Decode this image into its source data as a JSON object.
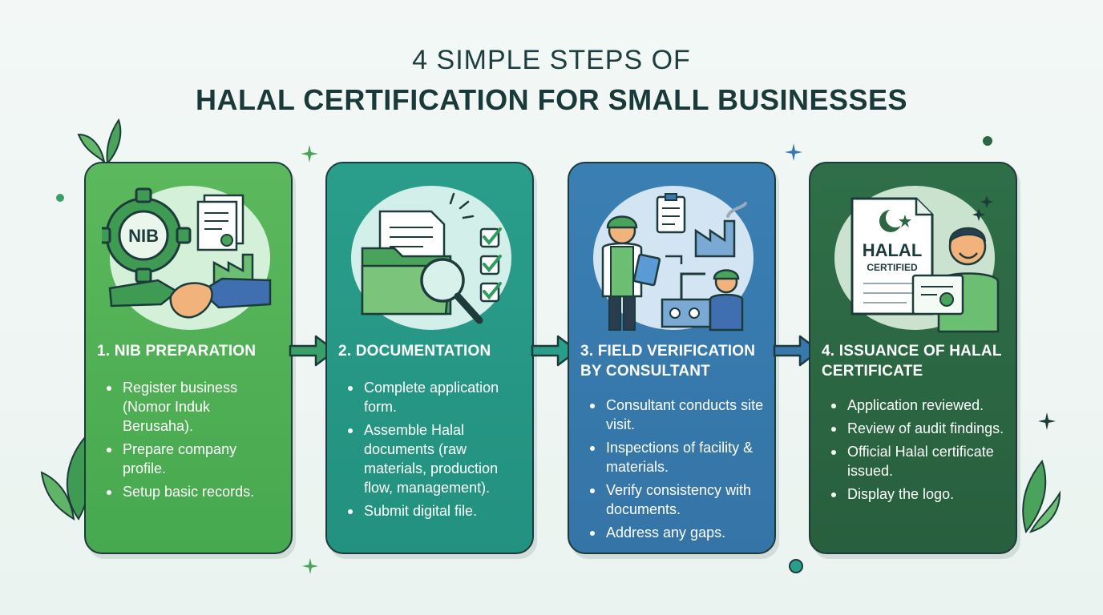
{
  "header": {
    "line1": "4 SIMPLE STEPS OF",
    "line2": "HALAL CERTIFICATION FOR SMALL BUSINESSES"
  },
  "steps": [
    {
      "title": "1. NIB PREPARATION",
      "icon_label": "NIB",
      "bullets": [
        "Register business (Nomor Induk Berusaha).",
        "Prepare company profile.",
        "Setup basic records."
      ]
    },
    {
      "title": "2. DOCUMENTATION",
      "bullets": [
        "Complete application form.",
        "Assemble Halal documents (raw materials, production flow, management).",
        "Submit digital file."
      ]
    },
    {
      "title": "3. FIELD VERIFICATION BY CONSULTANT",
      "bullets": [
        "Consultant conducts site visit.",
        "Inspections of facility & materials.",
        "Verify consistency with documents.",
        "Address any gaps."
      ]
    },
    {
      "title": "4. ISSUANCE OF HALAL CERTIFICATE",
      "certificate_line1": "HALAL",
      "certificate_line2": "CERTIFIED",
      "bullets": [
        "Application reviewed.",
        "Review of audit findings.",
        "Official Halal certificate issued.",
        "Display the logo."
      ]
    }
  ],
  "colors": {
    "step1": "#4fae55",
    "step2": "#27988a",
    "step3": "#3779ac",
    "step4": "#2c6744",
    "arrow": "#2f8f6e",
    "outline": "#1d3b3b"
  }
}
